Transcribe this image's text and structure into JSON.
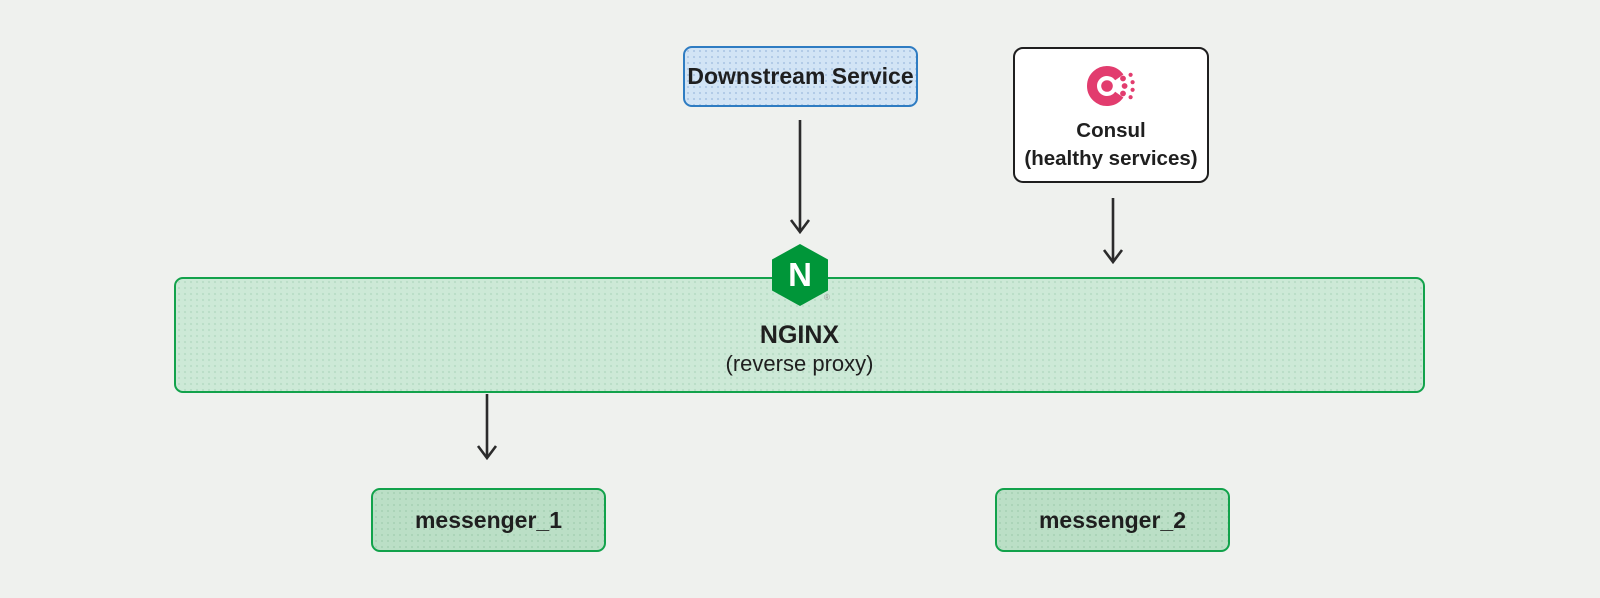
{
  "diagram": {
    "downstream": {
      "label": "Downstream Service"
    },
    "consul": {
      "title": "Consul",
      "subtitle": "(healthy services)"
    },
    "nginx": {
      "title": "NGINX",
      "subtitle": "(reverse proxy)",
      "logo_letter": "N",
      "registered_mark": "®"
    },
    "messenger_1": {
      "label": "messenger_1"
    },
    "messenger_2": {
      "label": "messenger_2"
    }
  },
  "colors": {
    "canvas-bg": "#eff1ee",
    "text": "#1f1f1f",
    "arrow": "#2b2b2b",
    "blue-fill": "#d2e4f5",
    "blue-border": "#2e7cc2",
    "dark-border": "#1f1f1f",
    "white-fill": "#ffffff",
    "green-border": "#12a24b",
    "green-fill-light": "#cde9d7",
    "green-fill": "#bbdfc6",
    "consul-pink": "#e23c6e",
    "nginx-green": "#009639"
  }
}
